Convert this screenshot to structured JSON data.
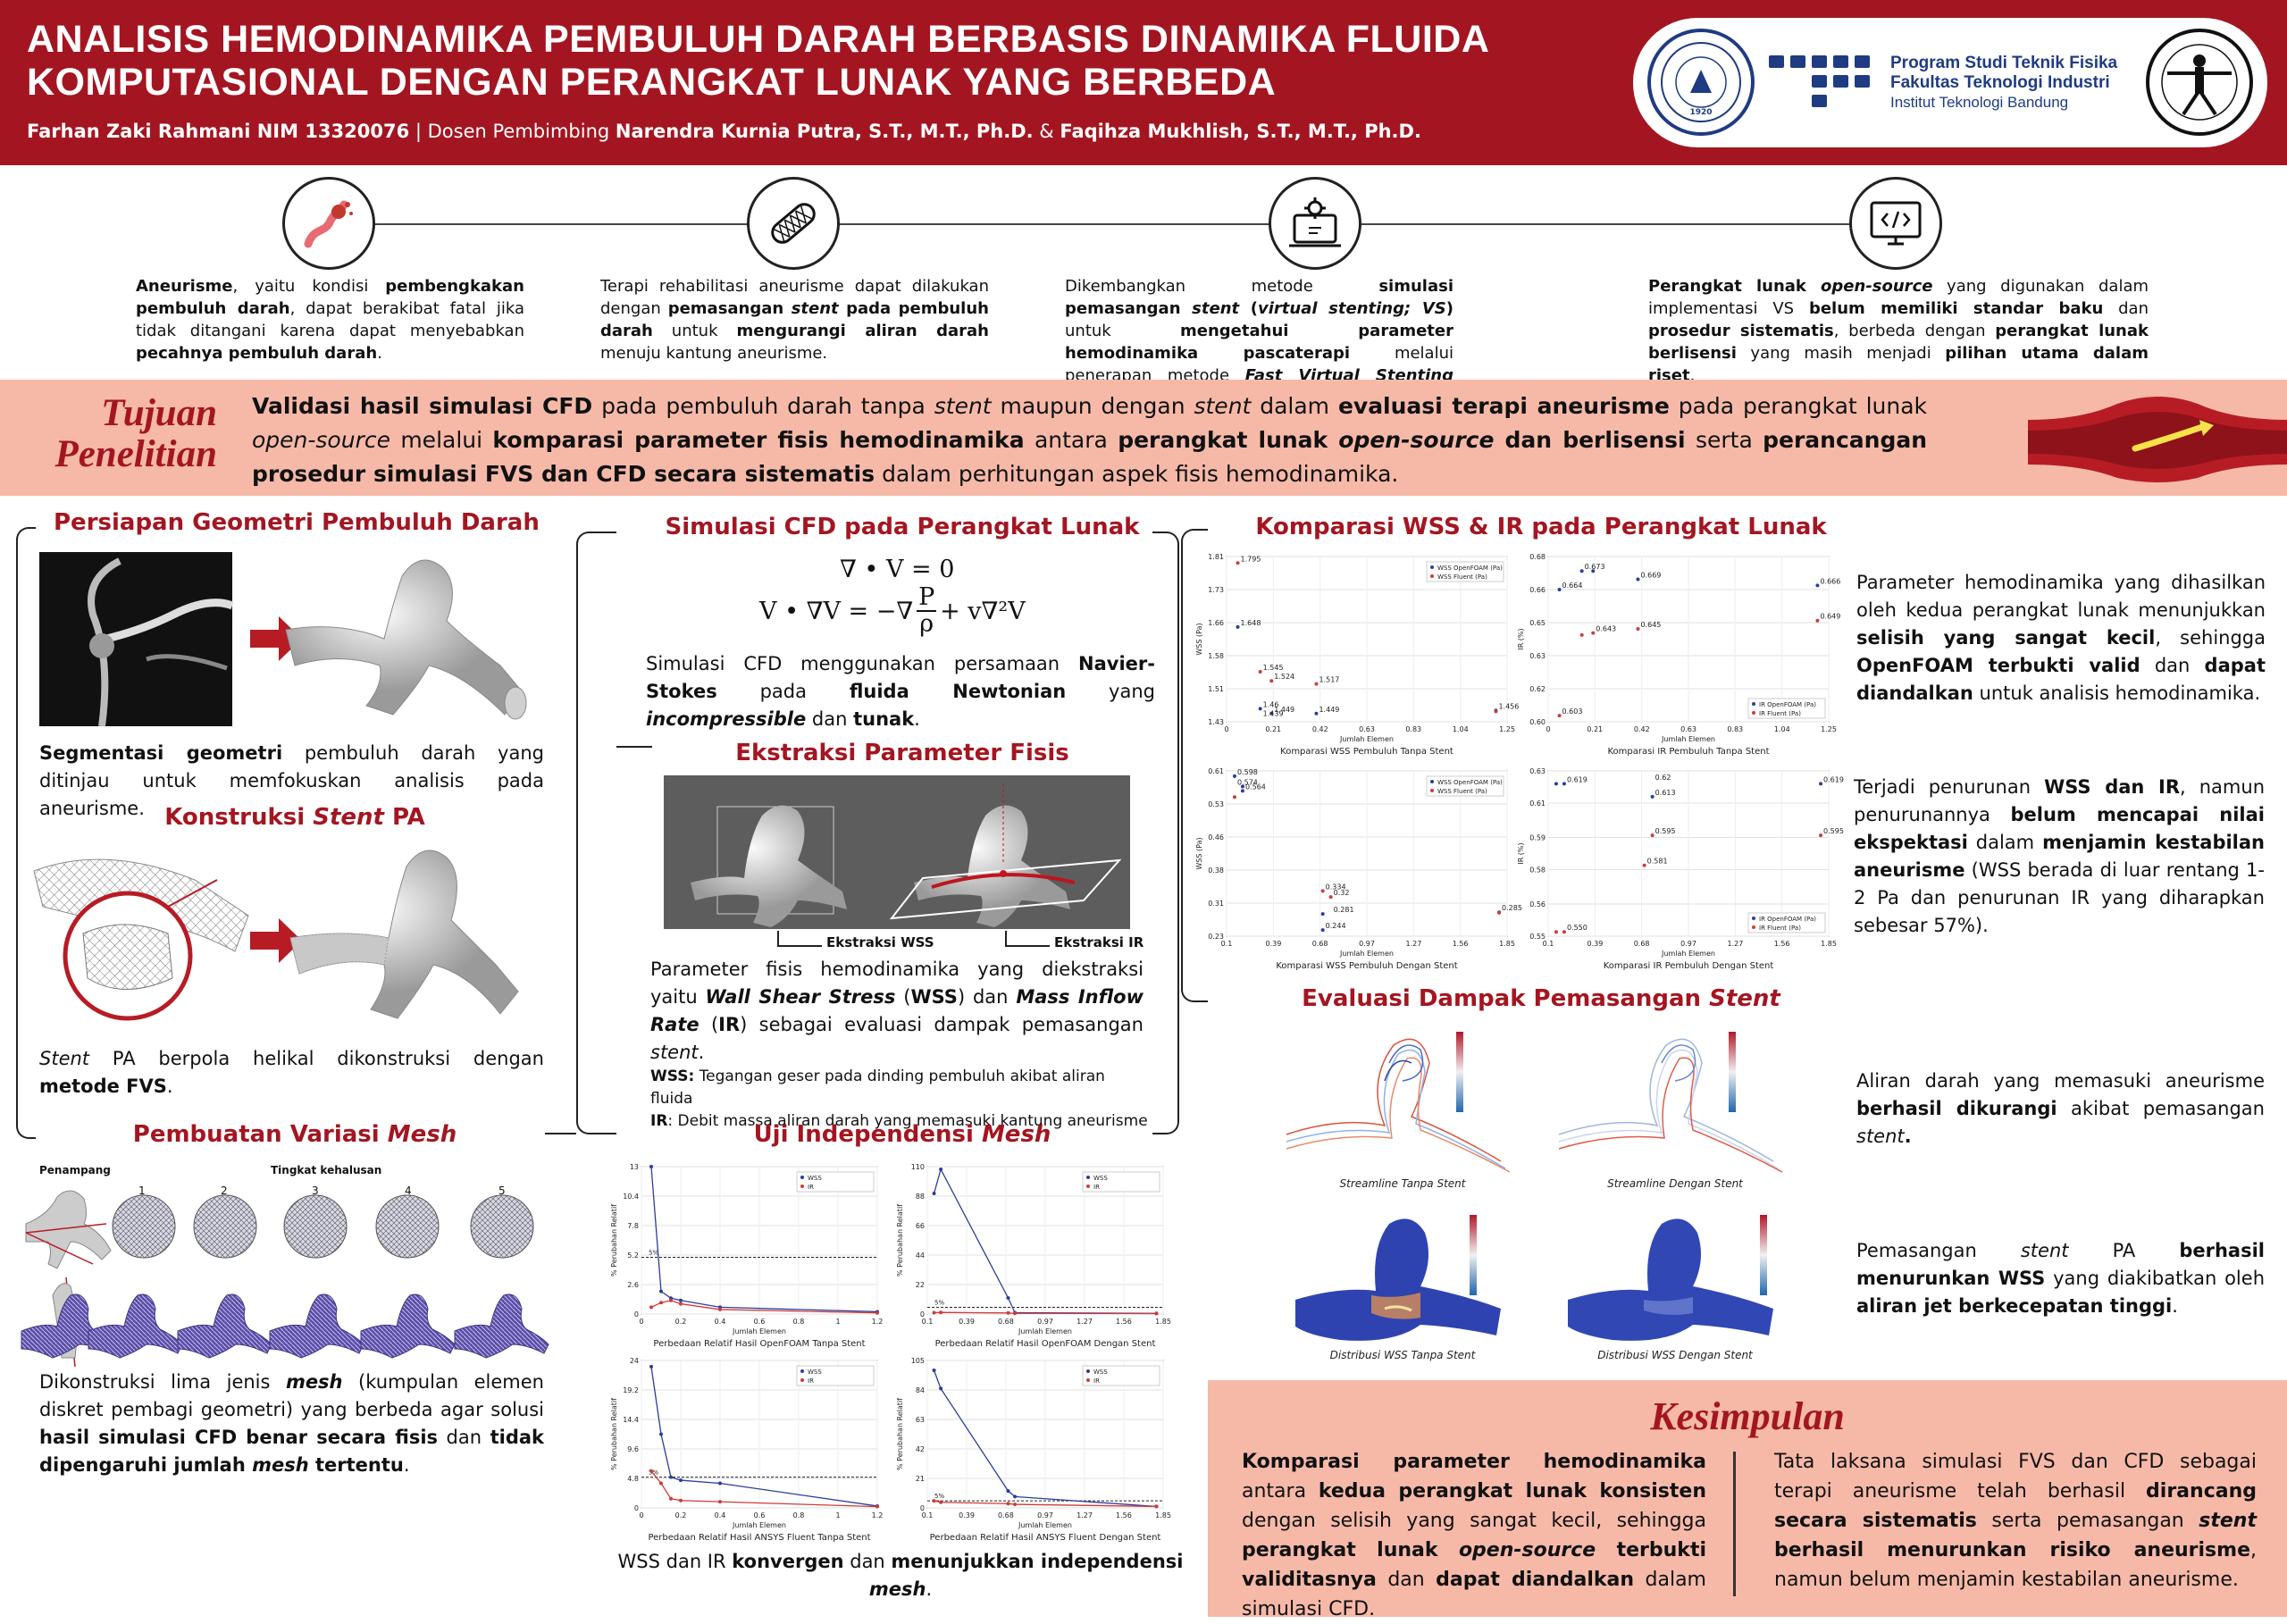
{
  "header": {
    "title_line1": "ANALISIS HEMODINAMIKA PEMBULUH DARAH BERBASIS DINAMIKA FLUIDA",
    "title_line2": "KOMPUTASIONAL DENGAN PERANGKAT LUNAK YANG BERBEDA",
    "author": "Farhan Zaki Rahmani NIM 13320076",
    "sep": " | ",
    "advisor_label": "Dosen Pembimbing ",
    "advisor1": "Narendra Kurnia Putra, S.T., M.T., Ph.D.",
    "amp": " & ",
    "advisor2": "Faqihza Mukhlish, S.T., M.T., Ph.D.",
    "seal_text": "INSTITUT TEKNOLOGI BANDUNG 1920",
    "prodi_l1": "Program Studi Teknik Fisika",
    "prodi_l2": "Fakultas Teknologi Industri",
    "prodi_l3": "Institut Teknologi Bandung",
    "colors": {
      "accent": "#a31621",
      "band": "#f6b9a8",
      "navy": "#1f3b82"
    }
  },
  "timeline": [
    {
      "icon": "aneurysm-icon"
    },
    {
      "icon": "stent-icon"
    },
    {
      "icon": "simulation-gear-icon"
    },
    {
      "icon": "code-monitor-icon"
    }
  ],
  "tujuan": {
    "title_l1": "Tujuan",
    "title_l2": "Penelitian"
  },
  "sections": {
    "geom_title": "Persiapan Geometri Pembuluh Darah",
    "stent_title_a": "Konstruksi ",
    "stent_title_b": "Stent",
    "stent_title_c": " PA",
    "mesh_title_a": "Pembuatan Variasi ",
    "mesh_title_b": "Mesh",
    "cfd_title": "Simulasi CFD pada Perangkat Lunak",
    "extract_title": "Ekstraksi Parameter Fisis",
    "indep_title_a": "Uji Independensi ",
    "indep_title_b": "Mesh",
    "wss_title": "Komparasi WSS & IR pada Perangkat Lunak",
    "eval_title_a": "Evaluasi Dampak Pemasangan ",
    "eval_title_b": "Stent",
    "kes_title": "Kesimpulan"
  },
  "labels": {
    "eq1": "∇ • V = 0",
    "eq2a": "V • ∇V = −∇",
    "eq2num": "P",
    "eq2den": "ρ",
    "eq2b": " + v∇²V",
    "ekstraksi_wss": "Ekstraksi WSS",
    "ekstraksi_ir": "Ekstraksi IR",
    "penampang": "Penampang",
    "tingkat": "Tingkat kehalusan",
    "mesh_levels": [
      "1",
      "2",
      "3",
      "4",
      "5"
    ],
    "wss_def_label": "WSS:",
    "wss_def": " Tegangan geser pada dinding pembuluh akibat aliran fluida",
    "ir_def_label": "IR",
    "ir_def": ": Debit massa aliran darah yang memasuki kantung aneurisme",
    "cap_stream_a": "Streamline Tanpa Stent",
    "cap_stream_b": "Streamline Dengan Stent",
    "cap_dist_a": "Distribusi WSS Tanpa Stent",
    "cap_dist_b": "Distribusi WSS Dengan Stent"
  },
  "chart_data": [
    {
      "type": "line",
      "title": "Perbedaan Relatif Hasil OpenFOAM Tanpa Stent",
      "xlabel": "Jumlah Elemen",
      "ylabel": "% Perubahan Relatif",
      "xlim": [
        0,
        1.2
      ],
      "ylim": [
        0,
        13
      ],
      "x": [
        0.05,
        0.1,
        0.15,
        0.2,
        0.4,
        1.2
      ],
      "series": [
        {
          "name": "WSS",
          "values": [
            13,
            2.0,
            1.4,
            1.2,
            0.6,
            0.2
          ]
        },
        {
          "name": "IR",
          "values": [
            0.6,
            1.0,
            1.2,
            0.9,
            0.4,
            0.1
          ]
        }
      ],
      "threshold": 5,
      "threshold_label": "5%"
    },
    {
      "type": "line",
      "title": "Perbedaan Relatif Hasil OpenFOAM Dengan Stent",
      "xlabel": "Jumlah Elemen",
      "ylabel": "% Perubahan Relatif",
      "xlim": [
        0.1,
        1.85
      ],
      "ylim": [
        0,
        110
      ],
      "x": [
        0.15,
        0.2,
        0.7,
        0.75,
        1.8
      ],
      "series": [
        {
          "name": "WSS",
          "values": [
            90,
            108,
            12,
            1,
            0.5
          ]
        },
        {
          "name": "IR",
          "values": [
            1,
            1.2,
            0.8,
            0.5,
            0.3
          ]
        }
      ],
      "threshold": 5,
      "threshold_label": "5%"
    },
    {
      "type": "line",
      "title": "Perbedaan Relatif Hasil ANSYS Fluent Tanpa Stent",
      "xlabel": "Jumlah Elemen",
      "ylabel": "% Perubahan Relatif",
      "xlim": [
        0,
        1.2
      ],
      "ylim": [
        0,
        24
      ],
      "x": [
        0.05,
        0.1,
        0.15,
        0.2,
        0.4,
        1.2
      ],
      "series": [
        {
          "name": "WSS",
          "values": [
            23,
            12,
            5,
            4.5,
            4,
            0.3
          ]
        },
        {
          "name": "IR",
          "values": [
            6,
            4,
            1.5,
            1.2,
            1,
            0.2
          ]
        }
      ],
      "threshold": 5,
      "threshold_label": "5%"
    },
    {
      "type": "line",
      "title": "Perbedaan Relatif Hasil ANSYS Fluent Dengan Stent",
      "xlabel": "Jumlah Elemen",
      "ylabel": "% Perubahan Relatif",
      "xlim": [
        0.1,
        1.85
      ],
      "ylim": [
        0,
        105
      ],
      "x": [
        0.15,
        0.2,
        0.7,
        0.75,
        1.8
      ],
      "series": [
        {
          "name": "WSS",
          "values": [
            98,
            85,
            12,
            8,
            1
          ]
        },
        {
          "name": "IR",
          "values": [
            5,
            4,
            3,
            2.5,
            1
          ]
        }
      ],
      "threshold": 5,
      "threshold_label": "5%"
    },
    {
      "type": "scatter",
      "title": "Komparasi WSS Pembuluh Tanpa Stent",
      "xlabel": "Jumlah Elemen",
      "ylabel": "WSS (Pa)",
      "xlim": [
        0,
        1.25
      ],
      "ylim": [
        1.43,
        1.81
      ],
      "series": [
        {
          "name": "WSS OpenFOAM (Pa)",
          "points": [
            [
              0.05,
              1.648
            ],
            [
              0.15,
              1.46
            ],
            [
              0.2,
              1.449
            ],
            [
              0.4,
              1.449
            ],
            [
              1.2,
              1.456
            ]
          ]
        },
        {
          "name": "WSS Fluent (Pa)",
          "points": [
            [
              0.05,
              1.795
            ],
            [
              0.15,
              1.545
            ],
            [
              0.2,
              1.524
            ],
            [
              0.4,
              1.517
            ],
            [
              1.2,
              1.454
            ]
          ]
        }
      ],
      "labels": [
        [
          0.05,
          1.795,
          "1.795"
        ],
        [
          0.05,
          1.648,
          "1.648"
        ],
        [
          0.15,
          1.545,
          "1.545"
        ],
        [
          0.2,
          1.524,
          "1.524"
        ],
        [
          0.4,
          1.517,
          "1.517"
        ],
        [
          0.15,
          1.46,
          "1.46"
        ],
        [
          0.2,
          1.449,
          "1.449"
        ],
        [
          0.4,
          1.449,
          "1.449"
        ],
        [
          1.2,
          1.456,
          "1.456"
        ],
        [
          0.15,
          1.439,
          "1.439"
        ]
      ],
      "legend": "top-right"
    },
    {
      "type": "scatter",
      "title": "Komparasi IR Pembuluh Tanpa Stent",
      "xlabel": "Jumlah Elemen",
      "ylabel": "IR (%)",
      "xlim": [
        0,
        1.25
      ],
      "ylim": [
        0.6,
        0.68
      ],
      "series": [
        {
          "name": "IR OpenFOAM (Pa)",
          "points": [
            [
              0.05,
              0.664
            ],
            [
              0.15,
              0.673
            ],
            [
              0.2,
              0.673
            ],
            [
              0.4,
              0.669
            ],
            [
              1.2,
              0.666
            ]
          ]
        },
        {
          "name": "IR Fluent (Pa)",
          "points": [
            [
              0.05,
              0.603
            ],
            [
              0.15,
              0.642
            ],
            [
              0.2,
              0.643
            ],
            [
              0.4,
              0.645
            ],
            [
              1.2,
              0.649
            ]
          ]
        }
      ],
      "labels": [
        [
          0.05,
          0.664,
          "0.664"
        ],
        [
          0.15,
          0.673,
          "0.673"
        ],
        [
          0.4,
          0.669,
          "0.669"
        ],
        [
          1.2,
          0.666,
          "0.666"
        ],
        [
          0.2,
          0.643,
          "0.643"
        ],
        [
          0.4,
          0.645,
          "0.645"
        ],
        [
          1.2,
          0.649,
          "0.649"
        ],
        [
          0.05,
          0.603,
          "0.603"
        ]
      ],
      "legend": "bottom-right"
    },
    {
      "type": "scatter",
      "title": "Komparasi WSS Pembuluh Dengan Stent",
      "xlabel": "Jumlah Elemen",
      "ylabel": "WSS (Pa)",
      "xlim": [
        0.1,
        1.85
      ],
      "ylim": [
        0.23,
        0.61
      ],
      "series": [
        {
          "name": "WSS OpenFOAM (Pa)",
          "points": [
            [
              0.15,
              0.598
            ],
            [
              0.2,
              0.574
            ],
            [
              0.2,
              0.564
            ],
            [
              0.7,
              0.281
            ],
            [
              0.7,
              0.244
            ],
            [
              1.8,
              0.285
            ]
          ]
        },
        {
          "name": "WSS Fluent (Pa)",
          "points": [
            [
              0.15,
              0.55
            ],
            [
              0.7,
              0.334
            ],
            [
              0.75,
              0.32
            ],
            [
              1.8,
              0.284
            ]
          ]
        }
      ],
      "labels": [
        [
          0.15,
          0.598,
          "0.598"
        ],
        [
          0.15,
          0.574,
          "0.574"
        ],
        [
          0.2,
          0.564,
          "0.564"
        ],
        [
          0.7,
          0.334,
          "0.334"
        ],
        [
          0.75,
          0.32,
          "0.32"
        ],
        [
          0.75,
          0.281,
          "0.281"
        ],
        [
          0.7,
          0.244,
          "0.244"
        ],
        [
          1.8,
          0.285,
          "0.285"
        ]
      ],
      "legend": "top-right"
    },
    {
      "type": "scatter",
      "title": "Komparasi IR Pembuluh Dengan Stent",
      "xlabel": "Jumlah Elemen",
      "ylabel": "IR (%)",
      "xlim": [
        0.1,
        1.85
      ],
      "ylim": [
        0.548,
        0.625
      ],
      "series": [
        {
          "name": "IR OpenFOAM (Pa)",
          "points": [
            [
              0.15,
              0.619
            ],
            [
              0.2,
              0.619
            ],
            [
              0.75,
              0.613
            ],
            [
              1.8,
              0.619
            ]
          ]
        },
        {
          "name": "IR Fluent (Pa)",
          "points": [
            [
              0.15,
              0.55
            ],
            [
              0.2,
              0.55
            ],
            [
              0.75,
              0.595
            ],
            [
              0.7,
              0.581
            ],
            [
              1.8,
              0.595
            ]
          ]
        }
      ],
      "labels": [
        [
          0.2,
          0.619,
          "0.619"
        ],
        [
          0.75,
          0.62,
          "0.62"
        ],
        [
          0.75,
          0.613,
          "0.613"
        ],
        [
          0.75,
          0.595,
          "0.595"
        ],
        [
          0.7,
          0.581,
          "0.581"
        ],
        [
          1.8,
          0.619,
          "0.619"
        ],
        [
          1.8,
          0.595,
          "0.595"
        ],
        [
          0.2,
          0.55,
          "0.550"
        ]
      ],
      "legend": "bottom-right"
    }
  ]
}
